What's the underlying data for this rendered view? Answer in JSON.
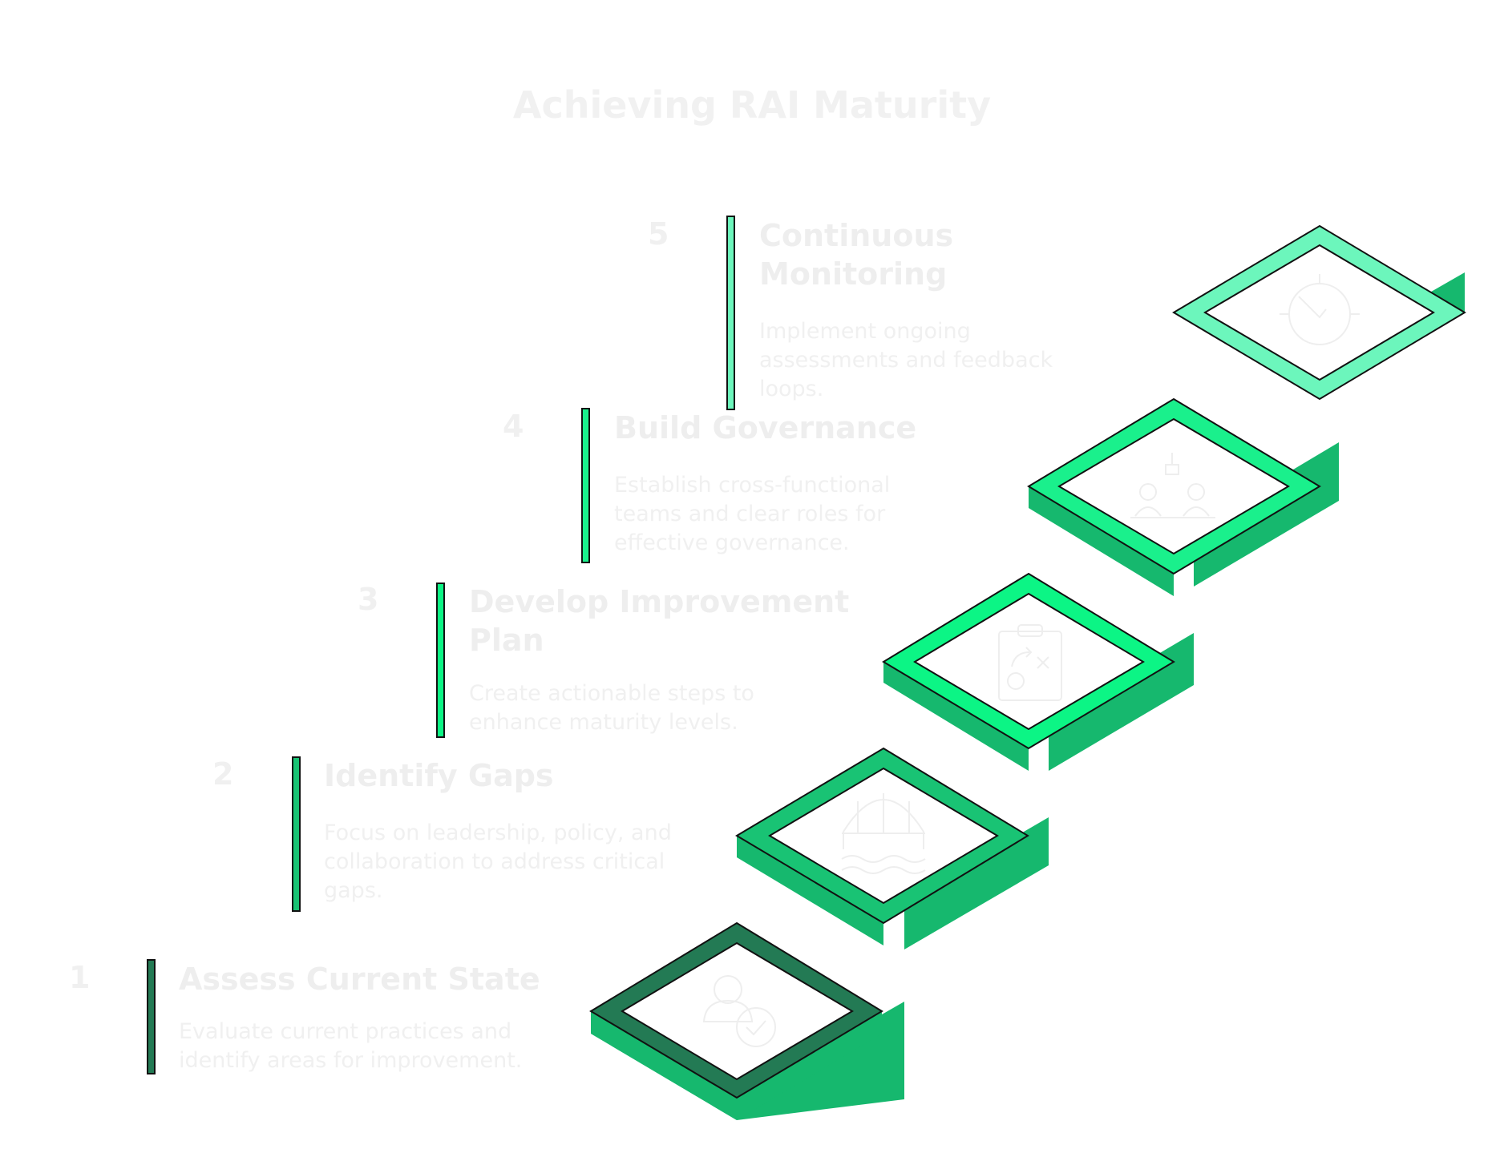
{
  "title": "Achieving RAI Maturity",
  "colors": {
    "stair_side": "#16b86e",
    "step1": "#237a54",
    "step2": "#19c374",
    "step3": "#0cf585",
    "step4": "#1af08c",
    "step5": "#6cf6bc",
    "text": "#eeeeee"
  },
  "steps": [
    {
      "number": "1",
      "title": "Assess Current State",
      "description": "Evaluate current practices and identify areas for improvement.",
      "icon": "person-check-icon"
    },
    {
      "number": "2",
      "title": "Identify Gaps",
      "description": "Focus on leadership, policy, and collaboration to address critical gaps.",
      "icon": "bridge-over-water-icon"
    },
    {
      "number": "3",
      "title": "Develop Improvement Plan",
      "description": "Create actionable steps to enhance maturity levels.",
      "icon": "clipboard-strategy-icon"
    },
    {
      "number": "4",
      "title": "Build Governance",
      "description": "Establish cross-functional teams and clear roles for effective governance.",
      "icon": "team-meeting-icon"
    },
    {
      "number": "5",
      "title": "Continuous Monitoring",
      "description": "Implement ongoing assessments and feedback loops.",
      "icon": "stopwatch-icon"
    }
  ]
}
